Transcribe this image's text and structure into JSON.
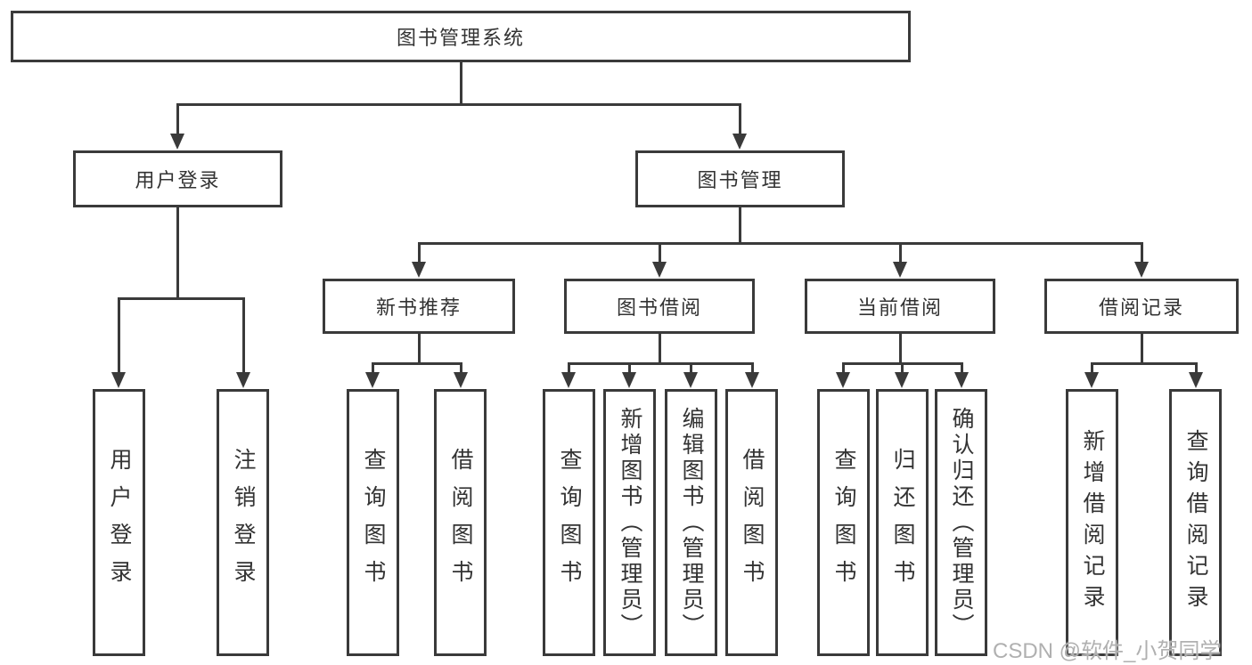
{
  "tree": {
    "label": "图书管理系统",
    "children": [
      {
        "label": "用户登录",
        "children": [
          {
            "label": "用户登录"
          },
          {
            "label": "注销登录"
          }
        ]
      },
      {
        "label": "图书管理",
        "children": [
          {
            "label": "新书推荐",
            "children": [
              {
                "label": "查询图书"
              },
              {
                "label": "借阅图书"
              }
            ]
          },
          {
            "label": "图书借阅",
            "children": [
              {
                "label": "查询图书"
              },
              {
                "label": "新增图书（管理员）"
              },
              {
                "label": "编辑图书（管理员）"
              },
              {
                "label": "借阅图书"
              }
            ]
          },
          {
            "label": "当前借阅",
            "children": [
              {
                "label": "查询图书"
              },
              {
                "label": "归还图书"
              },
              {
                "label": "确认归还（管理员）"
              }
            ]
          },
          {
            "label": "借阅记录",
            "children": [
              {
                "label": "新增借阅记录"
              },
              {
                "label": "查询借阅记录"
              }
            ]
          }
        ]
      }
    ]
  },
  "watermark": "CSDN @软件_小贺同学",
  "colors": {
    "line": "#3a3a3a",
    "text": "#333333",
    "background": "#ffffff",
    "watermark": "#b0b0b0"
  }
}
